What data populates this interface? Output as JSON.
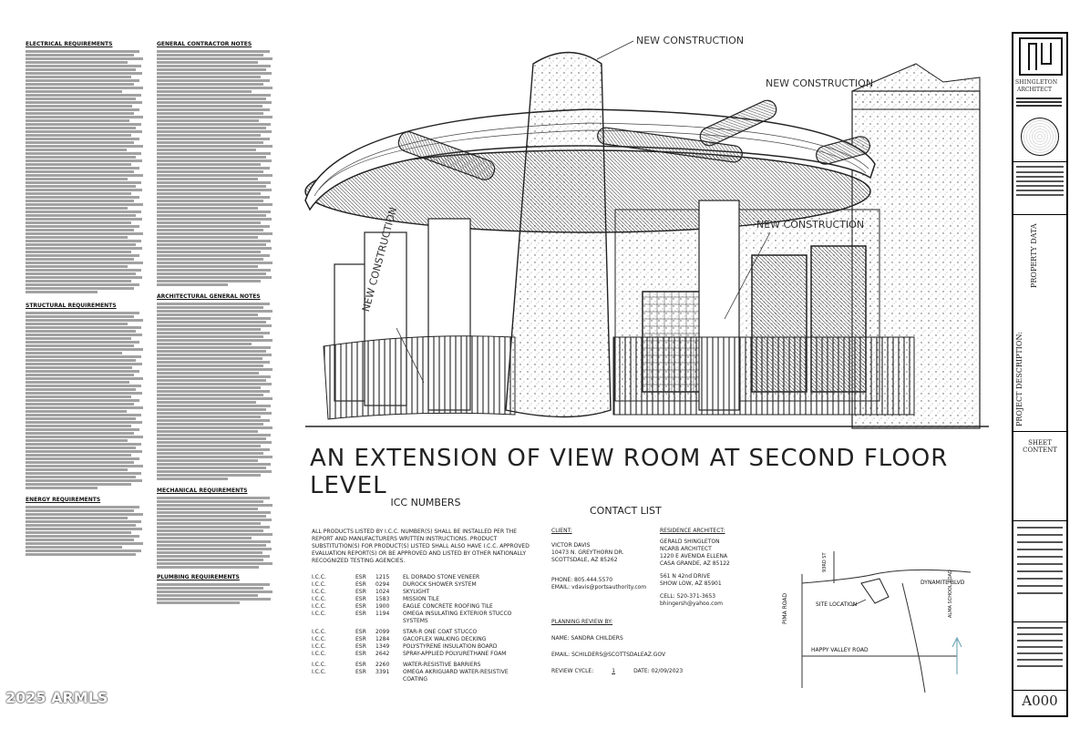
{
  "drawing": {
    "callouts": [
      "NEW CONSTRUCTION",
      "NEW CONSTRUCTION",
      "NEW CONSTRUCTION",
      "NEW CONSTRUCTION"
    ],
    "caption": "AN EXTENSION OF VIEW ROOM AT SECOND FLOOR LEVEL"
  },
  "notes": {
    "electrical": "ELECTRICAL REQUIREMENTS",
    "general_contractor": "GENERAL CONTRACTOR NOTES",
    "structural": "STRUCTURAL REQUIREMENTS",
    "architectural": "ARCHITECTURAL GENERAL NOTES",
    "mechanical": "MECHANICAL REQUIREMENTS",
    "plumbing": "PLUMBING REQUIREMENTS",
    "energy": "ENERGY REQUIREMENTS"
  },
  "icc": {
    "heading": "ICC NUMBERS",
    "intro": "ALL PRODUCTS LISTED BY I.C.C. NUMBER(S) SHALL BE INSTALLED PER THE REPORT AND MANUFACTURERS WRITTEN INSTRUCTIONS. PRODUCT SUBSTITUTION(S) FOR PRODUCT(S) LISTED SHALL ALSO HAVE I.C.C. APPROVED EVALUATION REPORT(S) OR BE APPROVED AND LISTED BY OTHER NATIONALLY RECOGNIZED TESTING AGENCIES.",
    "rows": [
      [
        "I.C.C.",
        "ESR",
        "1215",
        "EL DORADO STONE VENEER"
      ],
      [
        "I.C.C.",
        "ESR",
        "0294",
        "DUROCK SHOWER SYSTEM"
      ],
      [
        "I.C.C.",
        "ESR",
        "1024",
        "SKYLIGHT"
      ],
      [
        "I.C.C.",
        "ESR",
        "1583",
        "MISSION TILE"
      ],
      [
        "I.C.C.",
        "ESR",
        "1900",
        "EAGLE CONCRETE ROOFING TILE"
      ],
      [
        "I.C.C.",
        "ESR",
        "1194",
        "OMEGA INSULATING EXTERIOR STUCCO SYSTEMS"
      ],
      [
        "I.C.C.",
        "ESR",
        "2099",
        "STAR-R ONE COAT STUCCO"
      ],
      [
        "I.C.C.",
        "ESR",
        "1284",
        "GACOFLEX WALKING DECKING"
      ],
      [
        "I.C.C.",
        "ESR",
        "1349",
        "POLYSTYRENE INSULATION BOARD"
      ],
      [
        "I.C.C.",
        "ESR",
        "2642",
        "SPRAY-APPLIED POLYURETHANE FOAM"
      ],
      [
        "I.C.C.",
        "ESR",
        "2260",
        "WATER-RESISTIVE BARRIERS"
      ],
      [
        "I.C.C.",
        "ESR",
        "3391",
        "OMEGA AKRIGUARD WATER-RESISTIVE COATING"
      ]
    ]
  },
  "contact": {
    "heading": "CONTACT LIST",
    "client_label": "CLIENT:",
    "client_lines": [
      "VICTOR DAVIS",
      "10473 N. GREYTHORN DR.",
      "SCOTTSDALE, AZ 85262"
    ],
    "client_phone": "PHONE: 805.444.5570",
    "client_email": "EMAIL: vdavis@portsauthority.com",
    "architect_label": "RESIDENCE ARCHITECT:",
    "architect_lines": [
      "GERALD SHINGLETON",
      "NCARB ARCHITECT",
      "1220 E AVENIDA ELLENA",
      "CASA GRANDE, AZ 85122"
    ],
    "architect_address2": [
      "561 N 42nd DRIVE",
      "SHOW LOW, AZ 85901"
    ],
    "architect_cell": "CELL: 520-371-3653",
    "architect_email": "bhingersh@yahoo.com",
    "planning_label": "PLANNING REVIEW BY:",
    "planning_name": "NAME: SANDRA CHILDERS",
    "planning_email": "EMAIL: SCHILDERS@SCOTTSDALEAZ.GOV",
    "review_cycle": "REVIEW CYCLE:",
    "review_cycle_value": "1",
    "review_date": "DATE: 02/09/2023"
  },
  "map": {
    "street_top": "DYNAMITE BLVD",
    "street_bottom": "HAPPY VALLEY ROAD",
    "street_left": "PIMA ROAD",
    "street_right": "ALMA SCHOOL ROAD",
    "street_vertical": "93RD ST",
    "site": "SITE LOCATION"
  },
  "titleblock": {
    "firm_line1": "SHINGLETON",
    "firm_line2": "ARCHITECT",
    "project_description": "PROJECT DESCRIPTION:",
    "property_data": "PROPERTY DATA",
    "sheet_content_1": "SHEET",
    "sheet_content_2": "CONTENT",
    "sheet_number": "A000"
  },
  "watermark": "2025 ARMLS"
}
